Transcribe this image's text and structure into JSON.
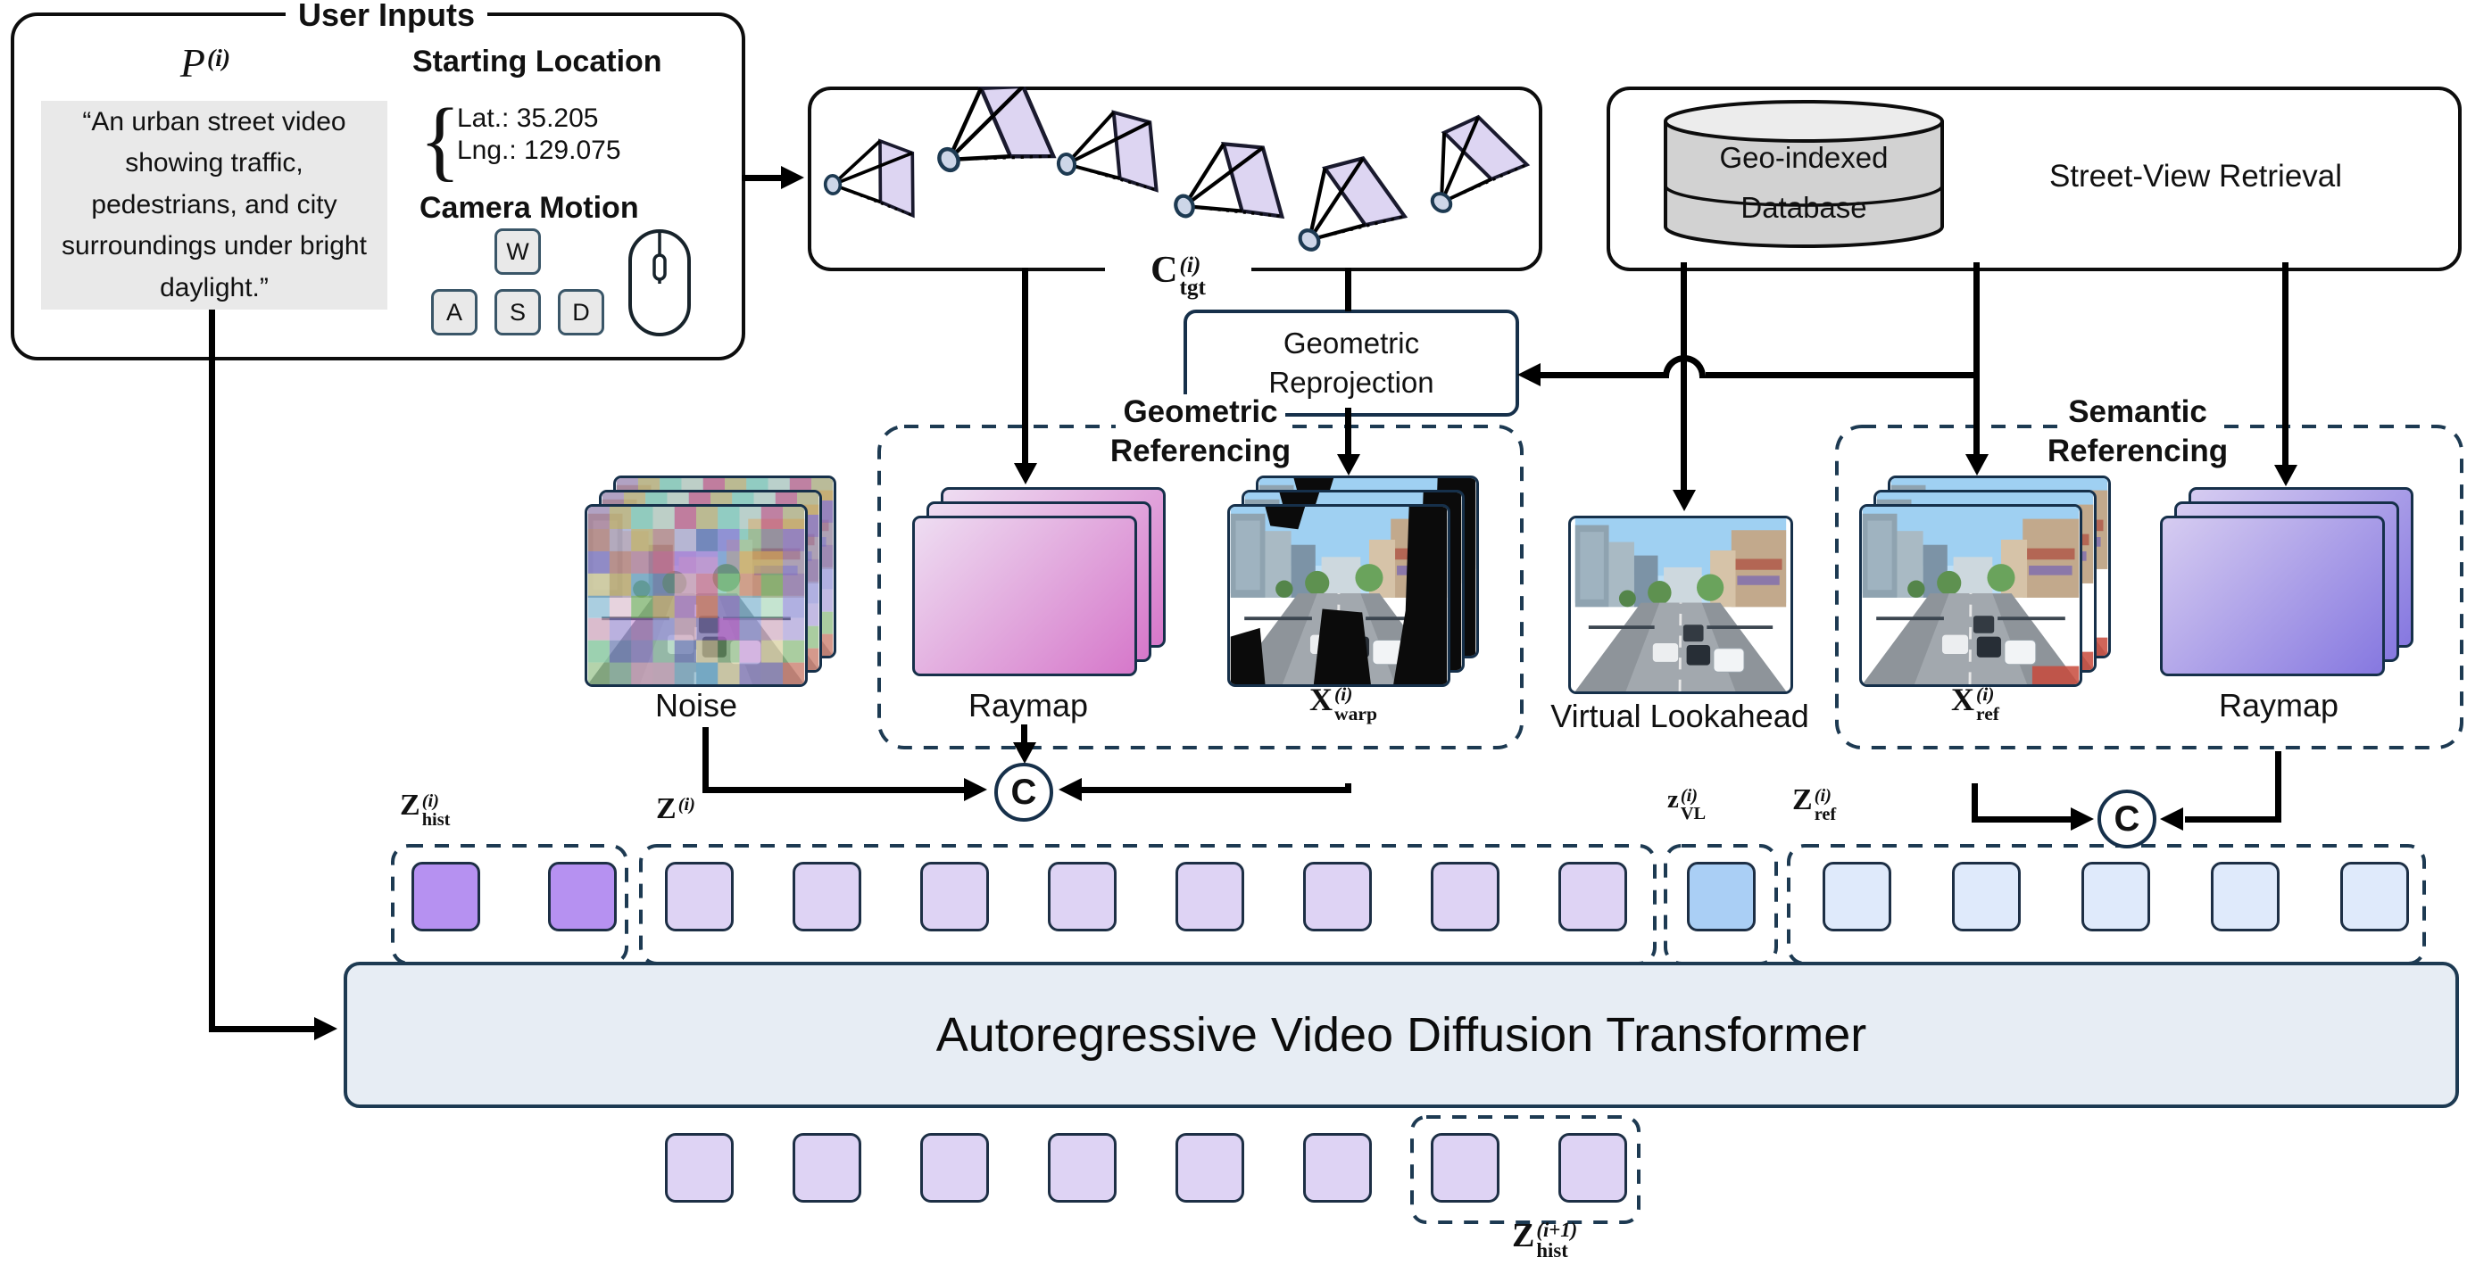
{
  "user_inputs": {
    "title": "User Inputs",
    "prompt_symbol": {
      "base": "P",
      "sup": "(i)",
      "sub": ""
    },
    "prompt_text": "“An urban street video showing traffic, pedestrians, and city surroundings under bright daylight.”",
    "starting_location": {
      "heading": "Starting Location",
      "brace": "{",
      "lat": "Lat.: 35.205",
      "lng": "Lng.: 129.075"
    },
    "camera_motion": {
      "heading": "Camera Motion",
      "keys": [
        "W",
        "A",
        "S",
        "D"
      ]
    }
  },
  "trajectory": {
    "label": {
      "base": "C",
      "sup": "(i)",
      "sub": "tgt"
    }
  },
  "retrieval": {
    "database_line1": "Geo-indexed",
    "database_line2": "Database",
    "title": "Street-View Retrieval"
  },
  "geometric_reprojection": {
    "lines": [
      "Geometric",
      "Reprojection"
    ]
  },
  "geometric_referencing": {
    "lines": [
      "Geometric",
      "Referencing"
    ]
  },
  "semantic_referencing": {
    "lines": [
      "Semantic",
      "Referencing"
    ]
  },
  "stacks": {
    "noise": {
      "label": "Noise"
    },
    "raymap_geo": {
      "label": "Raymap"
    },
    "x_warp": {
      "label": {
        "base": "X",
        "sup": "(i)",
        "sub": "warp"
      }
    },
    "virtual_lookahead": {
      "label": "Virtual Lookahead"
    },
    "x_ref": {
      "label": {
        "base": "X",
        "sup": "(i)",
        "sub": "ref"
      }
    },
    "raymap_sem": {
      "label": "Raymap"
    }
  },
  "concat": {
    "symbol": "C"
  },
  "tokens": {
    "z_hist": {
      "label": {
        "base": "Z",
        "sup": "(i)",
        "sub": "hist"
      },
      "count": 2,
      "color": "#b691f1"
    },
    "z": {
      "label": {
        "base": "Z",
        "sup": "(i)",
        "sub": ""
      },
      "count": 8,
      "color": "#ded3f4"
    },
    "z_vl": {
      "label": {
        "base": "z",
        "sup": "(i)",
        "sub": "VL"
      },
      "count": 1,
      "color": "#aacff5"
    },
    "z_ref": {
      "label": {
        "base": "Z",
        "sup": "(i)",
        "sub": "ref"
      },
      "count": 5,
      "color": "#dfeafb"
    },
    "output": {
      "count": 8,
      "color": "#ded3f4"
    },
    "output_hist": {
      "label": {
        "base": "Z",
        "sup": "(i+1)",
        "sub": "hist"
      }
    }
  },
  "transformer": {
    "label": "Autoregressive Video Diffusion Transformer"
  },
  "colors": {
    "raymap_geo_a": "#eeddf2",
    "raymap_geo_b": "#d678ca",
    "raymap_sem_a": "#d6ccf1",
    "raymap_sem_b": "#8678e0",
    "transformer_bg": "#e7edf4",
    "panel_gray": "#e9e9e9",
    "key_bg": "#e9e9e9",
    "cylinder_body": "#d2d2d2",
    "cylinder_top": "#ececec",
    "frustum_fill": "#ddd5f2",
    "dash_navy": "#1d3a52"
  }
}
